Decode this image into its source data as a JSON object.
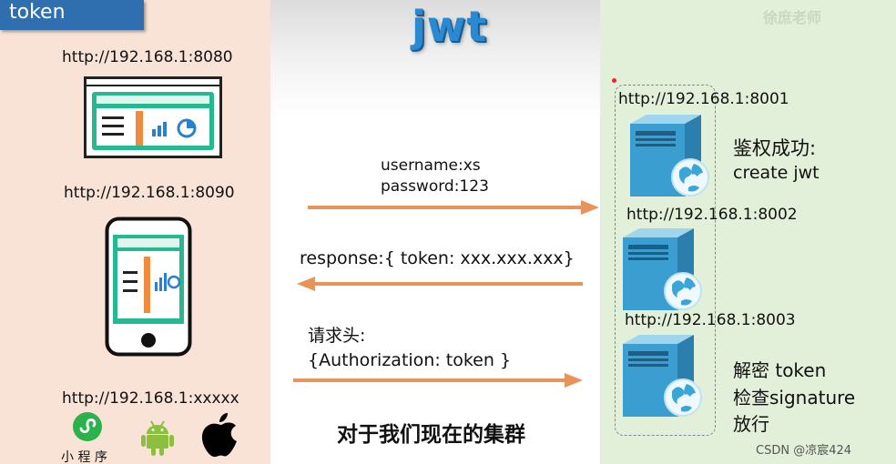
{
  "header": {
    "tab_label": "token",
    "logo_text": "jwt",
    "watermark": "徐庶老师"
  },
  "clients": {
    "web_url": "http://192.168.1:8080",
    "mobile_url": "http://192.168.1:8090",
    "other_url": "http://192.168.1:xxxxx",
    "mini_program_label": "小 程 序"
  },
  "messages": {
    "login_username": "username:xs",
    "login_password": "password:123",
    "response": "response:{ token: xxx.xxx.xxx}",
    "request_header_title": "请求头:",
    "request_header_value": "{Authorization: token }",
    "footer": "对于我们现在的集群"
  },
  "servers": [
    {
      "url": "http://192.168.1:8001"
    },
    {
      "url": "http://192.168.1:8002"
    },
    {
      "url": "http://192.168.1:8003"
    }
  ],
  "server_notes": {
    "auth_success": "鉴权成功:",
    "create_jwt": "create jwt",
    "decrypt_token": "解密 token",
    "check_signature": "检查signature",
    "pass": "放行"
  },
  "credit": "CSDN @凉宸424",
  "colors": {
    "arrow": "#e8935a",
    "token_tab": "#2f6fb0",
    "logo": "#2a8ad1",
    "server": "#3a9fd0"
  }
}
